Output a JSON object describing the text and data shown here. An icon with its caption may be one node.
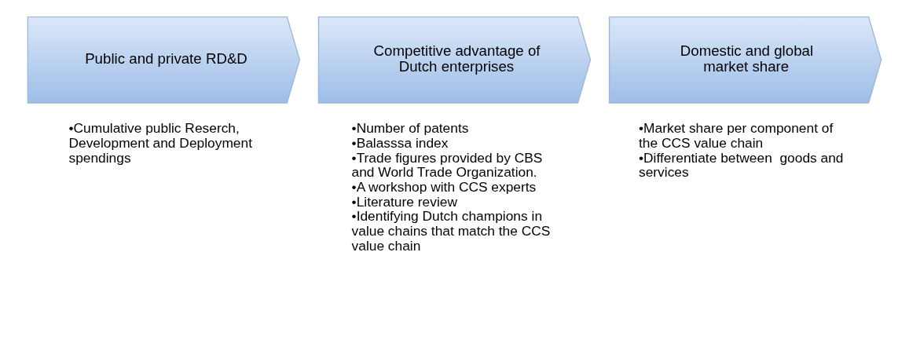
{
  "diagram": {
    "nodes": [
      {
        "text": [
          "Public and private RD&D"
        ],
        "beside": [
          "•Cumulative public Reserch, Development and Deployment spendings"
        ]
      },
      {
        "text": [
          "Competitive advantage of Dutch enterprises"
        ],
        "beside": [
          "•Number of patents",
          "•Balasssa index",
          "•Trade figures provided by CBS and World Trade Organization.",
          "•A workshop with CCS experts",
          "•Literature review",
          "•Identifying Dutch champions in value chains that match the CCS value chain"
        ]
      },
      {
        "text": [
          "Domestic and global market share"
        ],
        "beside": [
          "•Market share per component of the CCS value chain",
          "•Differentiate between  goods and services"
        ]
      }
    ],
    "edges": []
  }
}
